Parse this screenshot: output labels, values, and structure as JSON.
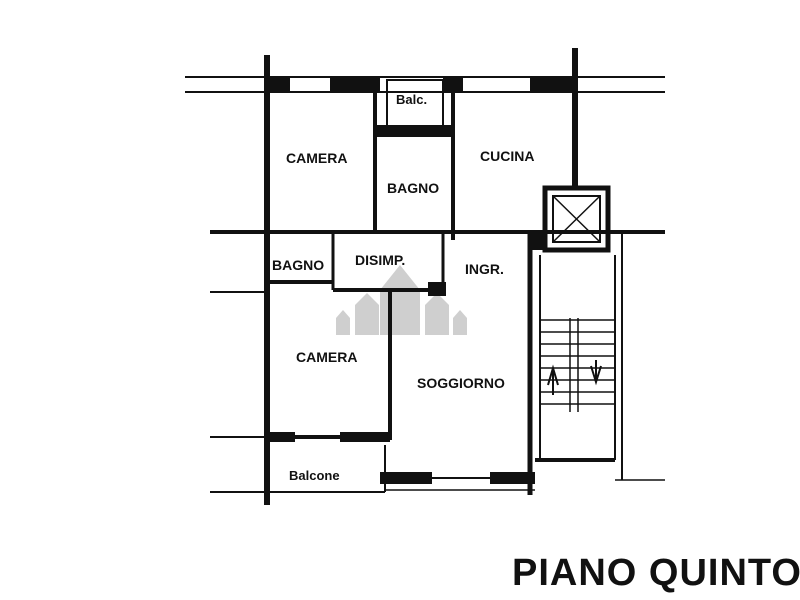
{
  "plan": {
    "title": "PIANO QUINTO",
    "rooms": {
      "balc": "Balc.",
      "camera1": "CAMERA",
      "bagno1": "BAGNO",
      "cucina": "CUCINA",
      "bagno2": "BAGNO",
      "disimp": "DISIMP.",
      "ingr": "INGR.",
      "camera2": "CAMERA",
      "soggiorno": "SOGGIORNO",
      "balcone": "Balcone"
    },
    "colors": {
      "wall": "#111111",
      "watermark": "#c8c8c8"
    }
  }
}
